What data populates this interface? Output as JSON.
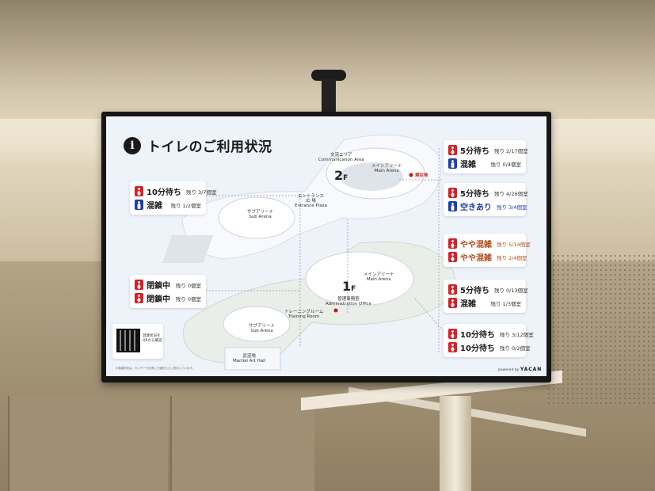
{
  "sign": {
    "title": "トイレのご利用状況",
    "info_glyph": "i",
    "footnote": "※混雑状況は、センサーで計測した値をもとに表示しています。",
    "powered_by": "powered by",
    "brand": "YACAN",
    "qr_text": [
      "混雑状況を",
      "QRから確認"
    ]
  },
  "map": {
    "floor_2f": "2",
    "floor_1f": "1",
    "floor_suffix": "F",
    "current_location": "現在地",
    "labels": {
      "main_arena_2f": "メインアリーナ",
      "main_arena_2f_en": "Main Arena",
      "exchange_area": "交流エリア",
      "exchange_area_en": "Communication Area",
      "entrance_plaza": "エントランス\n広 場",
      "entrance_plaza_en": "Entrance Plaza",
      "sub_arena_2f": "サブアリーナ",
      "sub_arena_2f_en": "Sub Arena",
      "main_arena_1f": "メインアリーナ",
      "main_arena_1f_en": "Main Arena",
      "admin_office": "管理事務室",
      "admin_office_en": "Administration Office",
      "training_room": "トレーニングルーム",
      "training_room_en": "Training Room",
      "sub_arena_1f": "サブアリーナ",
      "sub_arena_1f_en": "Sub Arena",
      "martial_hall": "武道場",
      "martial_hall_en": "Martial Art Hall"
    }
  },
  "cards": [
    {
      "id": "2f-left",
      "rows": [
        {
          "gender": "female",
          "status": "10分待ち",
          "remain": "残り 3/7個室",
          "tone": "normal"
        },
        {
          "gender": "male",
          "status": "混雑",
          "remain": "残り 1/2個室",
          "tone": "normal"
        }
      ]
    },
    {
      "id": "2f-right-top",
      "rows": [
        {
          "gender": "female",
          "status": "5分待ち",
          "remain": "残り 2/17個室",
          "tone": "normal"
        },
        {
          "gender": "male",
          "status": "混雑",
          "remain": "残り 0/4個室",
          "tone": "normal"
        }
      ]
    },
    {
      "id": "2f-right-bottom",
      "rows": [
        {
          "gender": "female",
          "status": "5分待ち",
          "remain": "残り 4/26個室",
          "tone": "normal"
        },
        {
          "gender": "male",
          "status": "空きあり",
          "remain": "残り 3/4個室",
          "tone": "blue"
        }
      ]
    },
    {
      "id": "1f-left",
      "rows": [
        {
          "gender": "female",
          "status": "閉鎖中",
          "remain": "残り 0個室",
          "tone": "normal"
        },
        {
          "gender": "female",
          "status": "閉鎖中",
          "remain": "残り 0個室",
          "tone": "normal"
        }
      ]
    },
    {
      "id": "1f-right-top",
      "rows": [
        {
          "gender": "female",
          "status": "やや混雑",
          "remain": "残り 5/14個室",
          "tone": "orange"
        },
        {
          "gender": "female",
          "status": "やや混雑",
          "remain": "残り 2/4個室",
          "tone": "orange"
        }
      ]
    },
    {
      "id": "1f-right-middle",
      "rows": [
        {
          "gender": "female",
          "status": "5分待ち",
          "remain": "残り 0/13個室",
          "tone": "normal"
        },
        {
          "gender": "female",
          "status": "混雑",
          "remain": "残り 1/3個室",
          "tone": "normal"
        }
      ]
    },
    {
      "id": "1f-right-bottom",
      "rows": [
        {
          "gender": "female",
          "status": "10分待ち",
          "remain": "残り 3/12個室",
          "tone": "normal"
        },
        {
          "gender": "female",
          "status": "10分待ち",
          "remain": "残り 0/2個室",
          "tone": "normal"
        }
      ]
    }
  ],
  "icons": {
    "female": "female-toilet-icon",
    "male": "male-toilet-icon"
  },
  "colors": {
    "occupied_red": "#d4212a",
    "vacant_blue": "#1d3ea6",
    "slightly_busy_orange": "#b24a1a"
  }
}
